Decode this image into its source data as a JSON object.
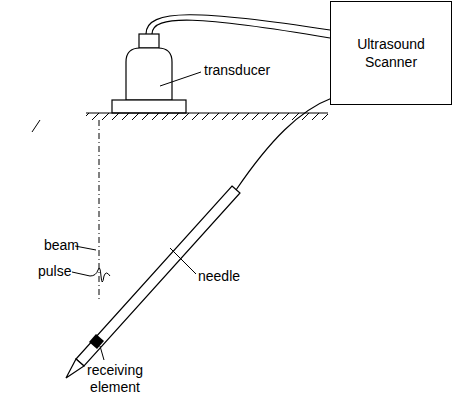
{
  "diagram": {
    "nodes": [
      {
        "text": [
          "Ultrasound Scanner"
        ]
      }
    ],
    "labels": [
      "transducer",
      "beam",
      "pulse",
      "needle",
      "receiving element"
    ]
  }
}
